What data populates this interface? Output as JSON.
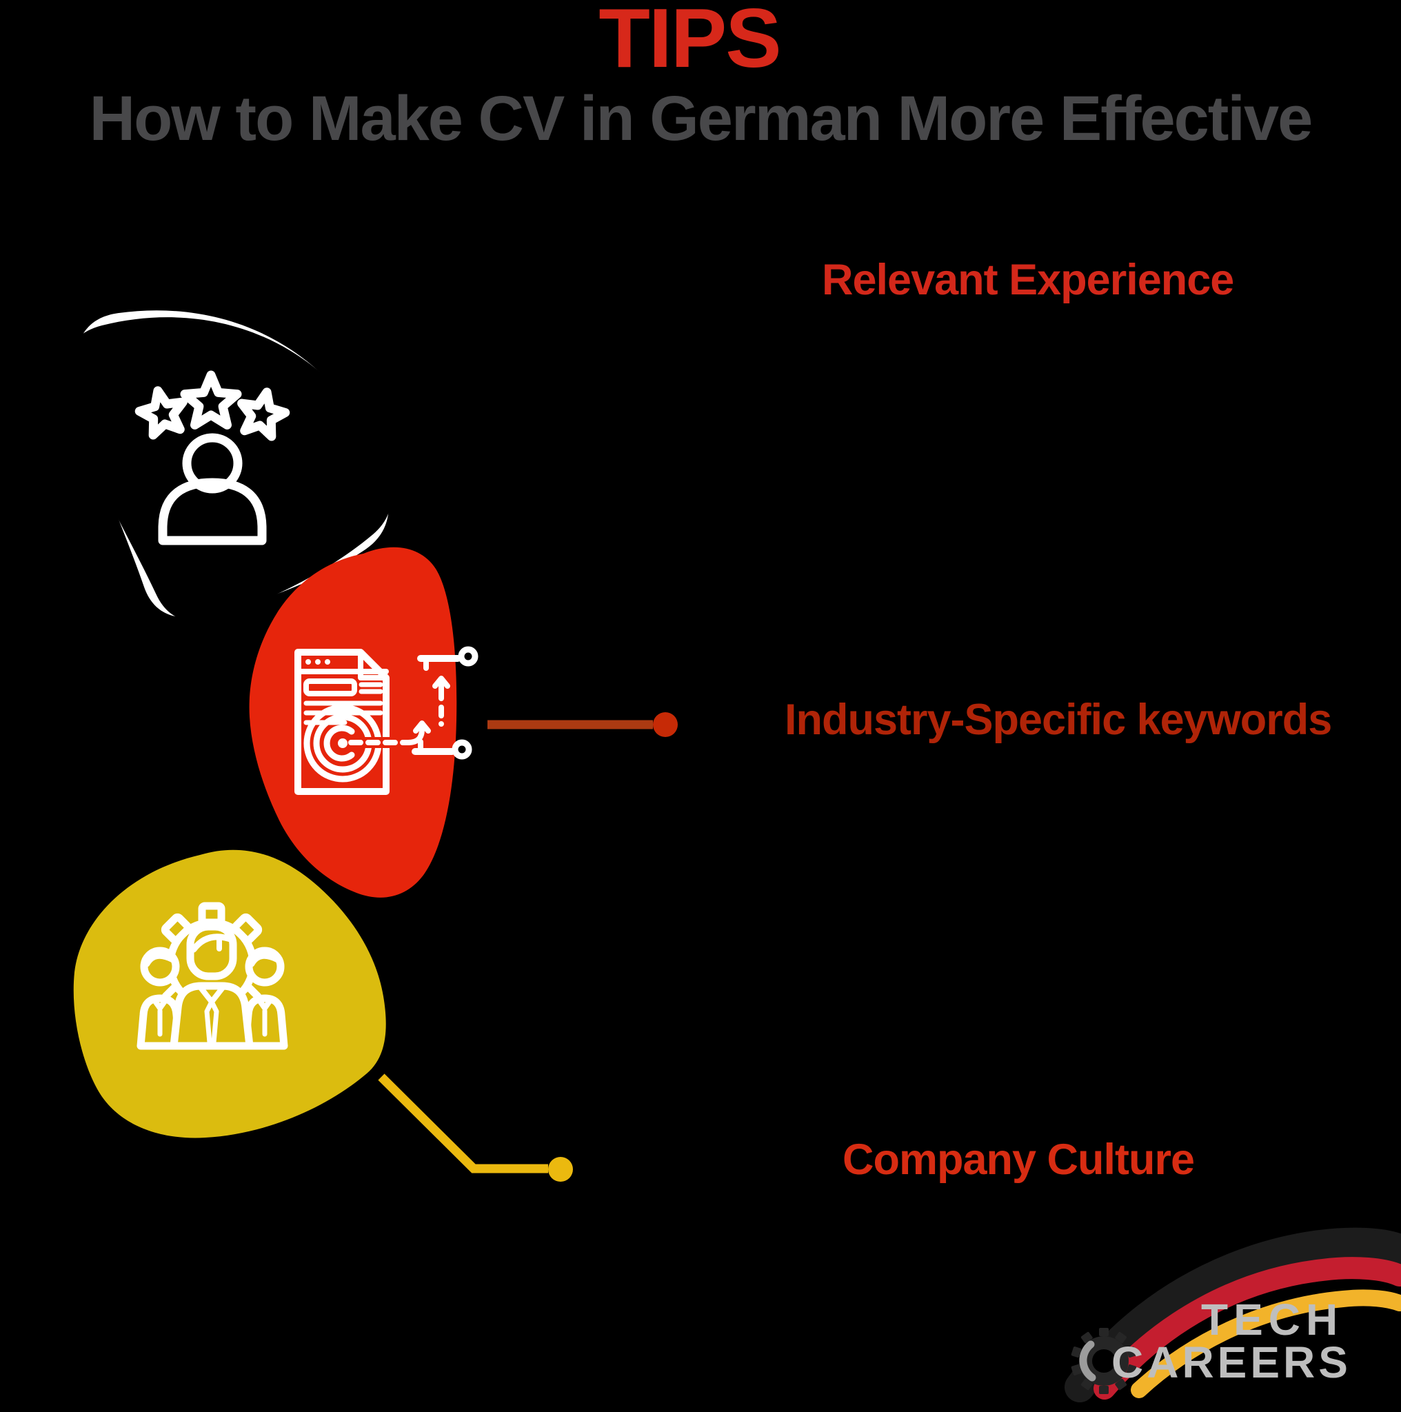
{
  "page": {
    "background": "#000000"
  },
  "header": {
    "eyebrow": "TIPS",
    "eyebrow_color": "#D7281A",
    "title": "How to Make CV in German More Effective",
    "title_color": "#48484A"
  },
  "items": [
    {
      "label": "Relevant Experience",
      "label_color": "#D3281A",
      "petal_color": "#000000",
      "halo_color": "#FFFFFF",
      "icon": "person-three-stars",
      "icon_color": "#FFFFFF"
    },
    {
      "label": "Industry-Specific keywords",
      "label_color": "#B02408",
      "petal_color": "#E6250C",
      "icon": "cv-document-target",
      "icon_color": "#FFFFFF",
      "connector": {
        "line_color": "#AC3A12",
        "dot_color": "#C62A06"
      }
    },
    {
      "label": "Company Culture",
      "label_color": "#D72C12",
      "petal_color": "#DBBC0F",
      "icon": "team-gear",
      "icon_color": "#FFFFFF",
      "connector": {
        "line_color": "#EBB90F",
        "dot_color": "#EBB90F"
      }
    }
  ],
  "logo": {
    "line1": "TECH",
    "line2": "CAREERS",
    "text_color": "#BEBEBE",
    "brush_black": "#1C1C1C",
    "brush_red": "#C41E2F",
    "brush_yellow": "#F2B32A",
    "gear_color": "#262626",
    "gear_highlight": "#9C9C9C"
  }
}
